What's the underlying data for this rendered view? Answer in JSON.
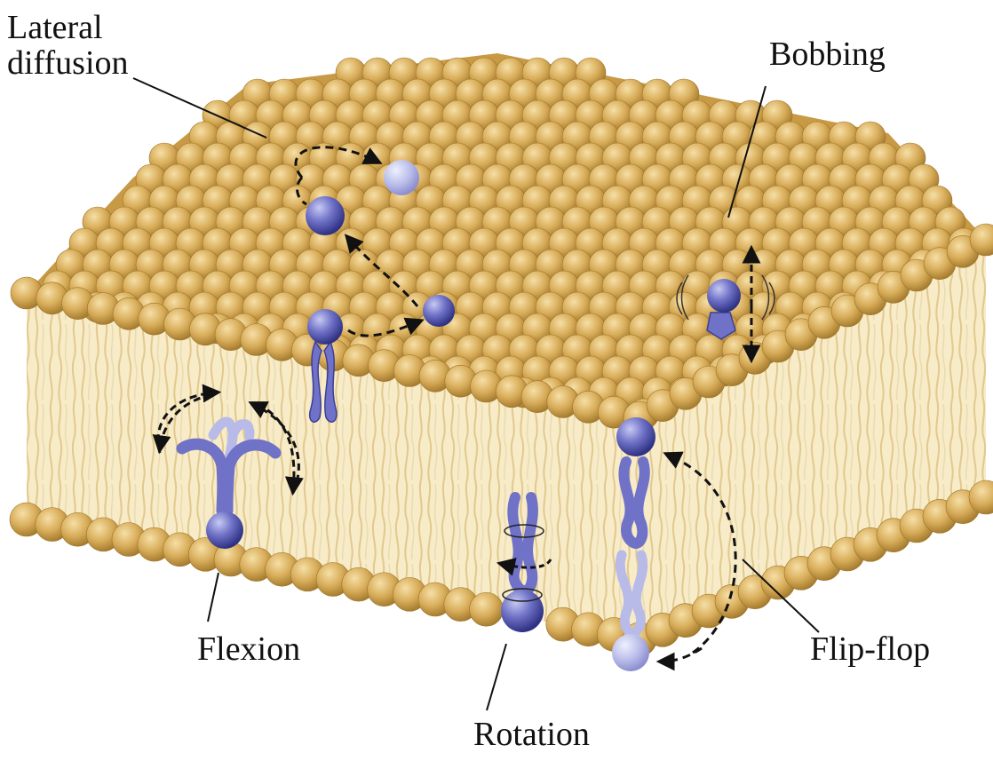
{
  "labels": {
    "lateral_line1": "Lateral",
    "lateral_line2": "diffusion",
    "bobbing": "Bobbing",
    "flexion": "Flexion",
    "rotation": "Rotation",
    "flipflop": "Flip-flop"
  },
  "colors": {
    "headgroup": "#d8ad5a",
    "headgroup_shade": "#b78b38",
    "headgroup_light": "#f0d596",
    "tail_region": "#f7ebc8",
    "tail_line": "#e2c98e",
    "lipid_blue": "#6f72c6",
    "lipid_blue_dark": "#3c3f96",
    "lipid_faded": "#b8bbe8",
    "arrow": "#111111"
  }
}
